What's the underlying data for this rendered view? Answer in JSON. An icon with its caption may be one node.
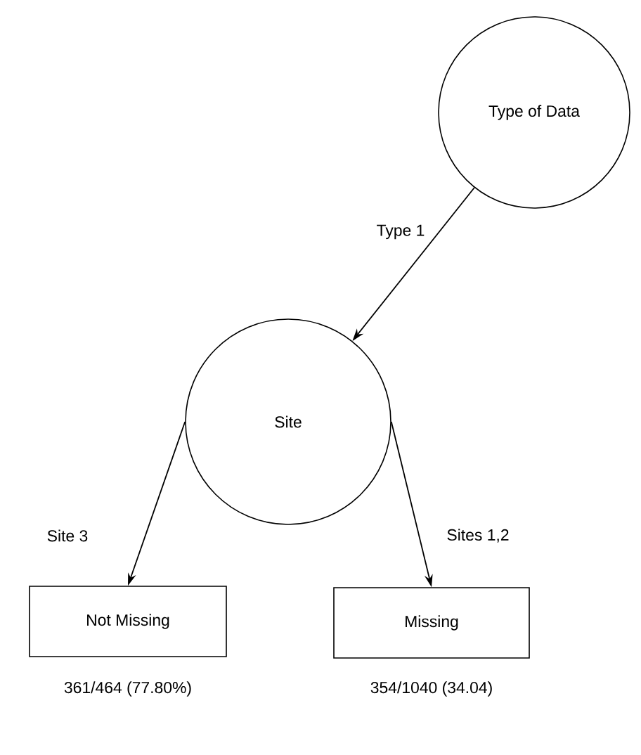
{
  "diagram": {
    "nodes": [
      {
        "text": [
          "Type of Data"
        ]
      },
      {
        "text": [
          "Site"
        ]
      },
      {
        "text": [
          "Not Missing"
        ],
        "beside": [
          "361/464 (77.80%)"
        ]
      },
      {
        "text": [
          "Missing"
        ],
        "beside": [
          "354/1040 (34.04)"
        ]
      }
    ],
    "edges": [
      {
        "from": 0,
        "to": 1,
        "arrow": "to",
        "label": "Type 1"
      },
      {
        "from": 1,
        "to": 2,
        "arrow": "to",
        "label": "Site 3"
      },
      {
        "from": 1,
        "to": 3,
        "arrow": "to",
        "label": "Sites 1,2"
      }
    ]
  }
}
